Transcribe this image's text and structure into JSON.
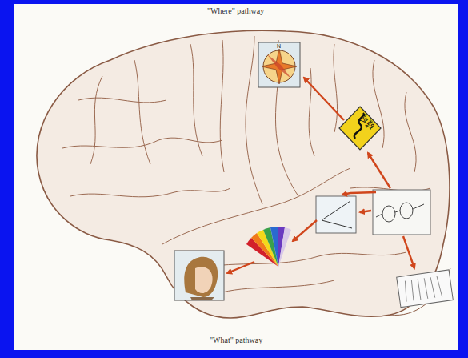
{
  "diagram": {
    "title": "\"Where\" pathway",
    "caption": "\"What\" pathway",
    "labels": [
      "CURVE AHEAD"
    ]
  }
}
